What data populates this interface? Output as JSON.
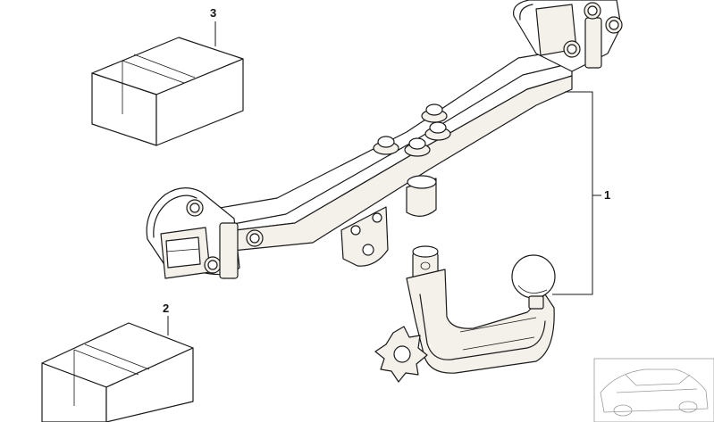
{
  "callouts": {
    "item_1": "1",
    "item_2": "2",
    "item_3": "3"
  },
  "colors": {
    "line": "#1a1a1a",
    "part_shading": "#f4f0ea",
    "thumbnail": "#9a9a9a"
  }
}
